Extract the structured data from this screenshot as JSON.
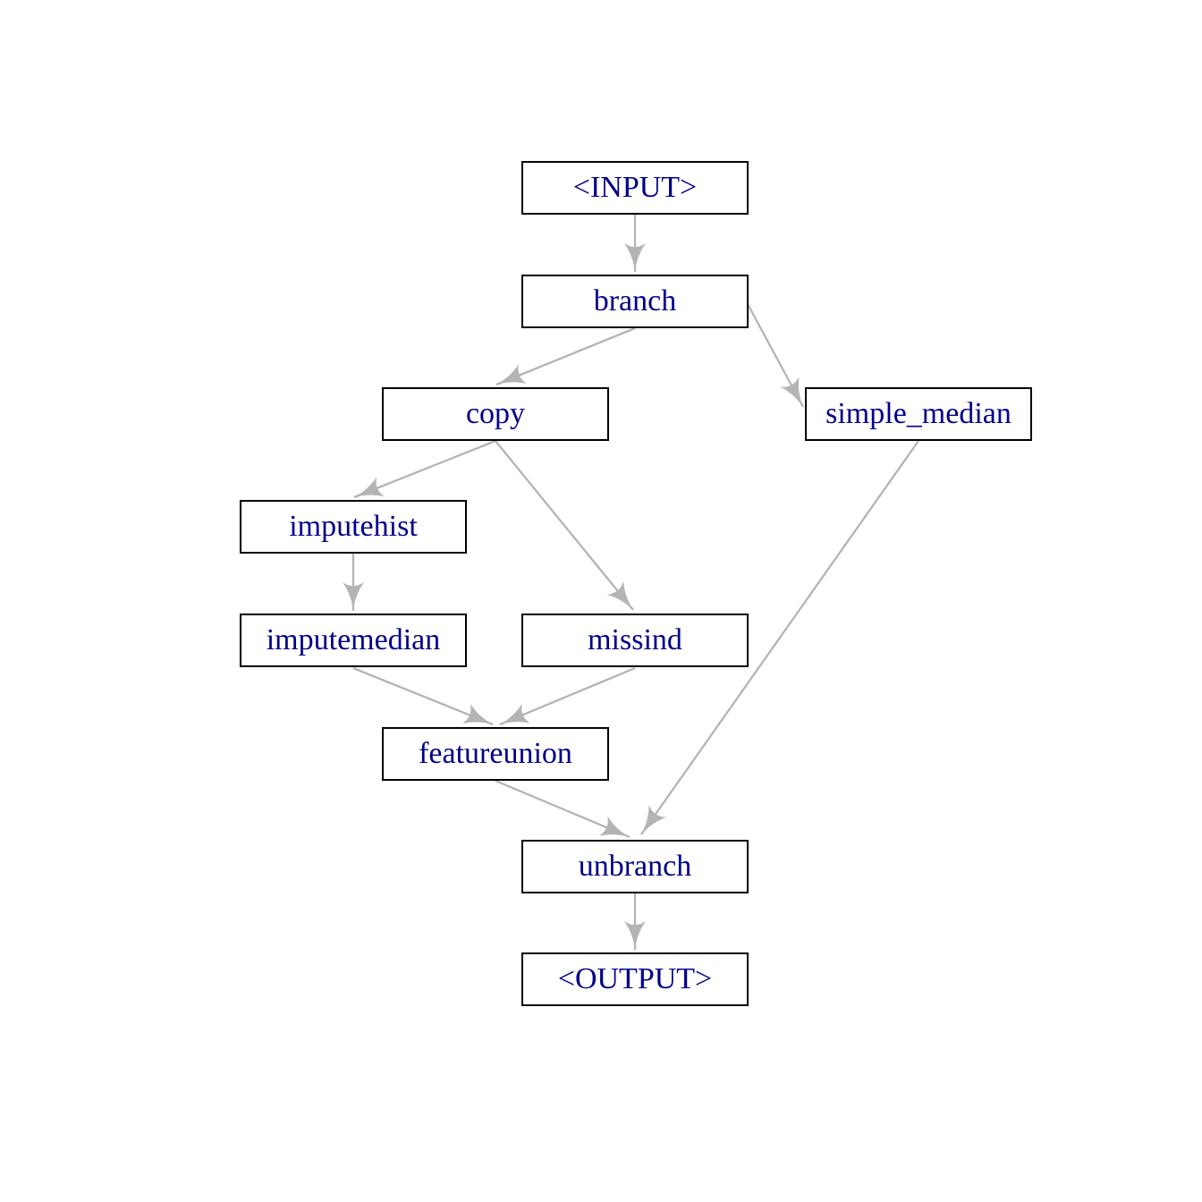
{
  "diagram": {
    "background_color": "#ffffff",
    "node_fill_color": "#ffffff",
    "node_border_color": "#000000",
    "label_color": "#00008B",
    "edge_color": "#b4b4b4",
    "nodes": [
      {
        "id": "input",
        "label": "<INPUT>"
      },
      {
        "id": "branch",
        "label": "branch"
      },
      {
        "id": "copy",
        "label": "copy"
      },
      {
        "id": "simple_median",
        "label": "simple_median"
      },
      {
        "id": "imputehist",
        "label": "imputehist"
      },
      {
        "id": "imputemedian",
        "label": "imputemedian"
      },
      {
        "id": "missind",
        "label": "missind"
      },
      {
        "id": "featureunion",
        "label": "featureunion"
      },
      {
        "id": "unbranch",
        "label": "unbranch"
      },
      {
        "id": "output",
        "label": "<OUTPUT>"
      }
    ],
    "edges": [
      {
        "from": "input",
        "to": "branch"
      },
      {
        "from": "branch",
        "to": "copy"
      },
      {
        "from": "branch",
        "to": "simple_median"
      },
      {
        "from": "copy",
        "to": "imputehist"
      },
      {
        "from": "copy",
        "to": "missind"
      },
      {
        "from": "imputehist",
        "to": "imputemedian"
      },
      {
        "from": "imputemedian",
        "to": "featureunion"
      },
      {
        "from": "missind",
        "to": "featureunion"
      },
      {
        "from": "featureunion",
        "to": "unbranch"
      },
      {
        "from": "simple_median",
        "to": "unbranch"
      },
      {
        "from": "unbranch",
        "to": "output"
      }
    ]
  }
}
